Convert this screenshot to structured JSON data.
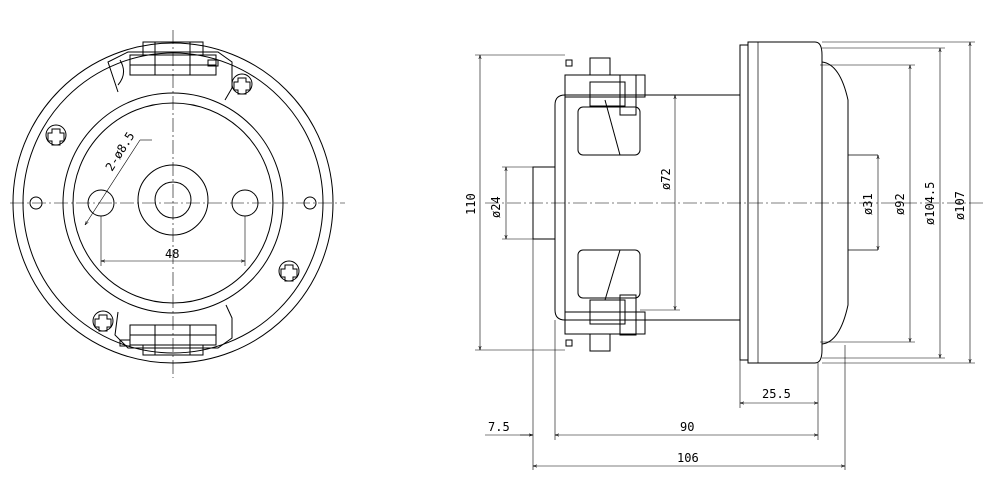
{
  "front_view": {
    "bolt_holes_label": "2-ø8.5",
    "hole_spacing_label": "48"
  },
  "side_view": {
    "height_label": "110",
    "shaft_boss_label": "ø24",
    "housing_dia_label": "ø72",
    "inlet_dia_label": "ø31",
    "fan_dia_label": "ø92",
    "cover_dia_label": "ø104.5",
    "max_dia_label": "ø107",
    "fan_depth_label": "25.5",
    "shaft_offset_label": "7.5",
    "body_length_label": "90",
    "total_length_label": "106"
  }
}
